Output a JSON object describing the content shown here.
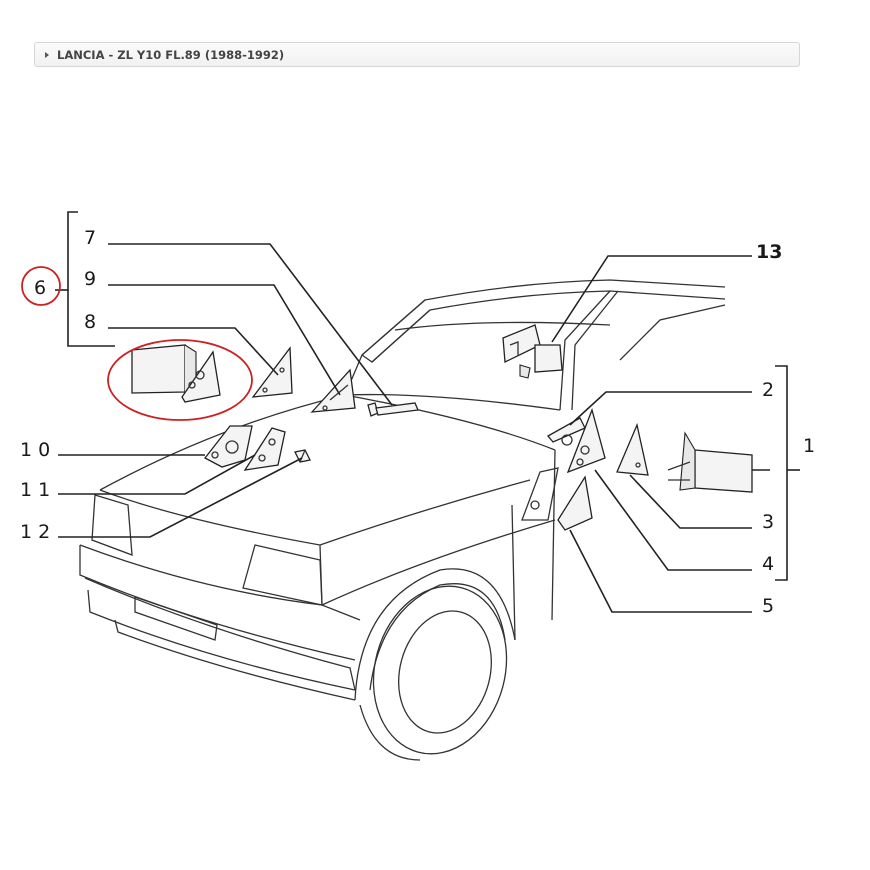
{
  "breadcrumb": {
    "text": "LANCIA - ZL Y10 FL.89 (1988-1992)",
    "icon": "triangle-right-icon"
  },
  "diagram": {
    "callouts": {
      "c1": "1",
      "c2": "2",
      "c3": "3",
      "c4": "4",
      "c5": "5",
      "c6": "6",
      "c7": "7",
      "c8": "8",
      "c9": "9",
      "c10": "1 0",
      "c11": "1 1",
      "c12": "1 2",
      "c13": "13"
    },
    "highlight_color": "#cc2222"
  }
}
